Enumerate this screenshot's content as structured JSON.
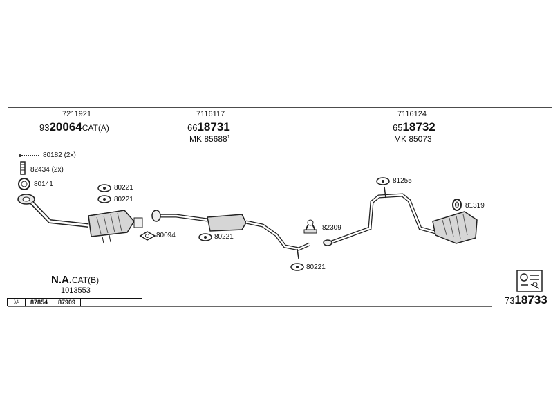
{
  "header": {
    "groups": [
      {
        "code": "7211921",
        "prefix": "93",
        "number": "20064",
        "suffix": "CAT(A)"
      },
      {
        "code": "7116117",
        "prefix": "66",
        "number": "18731",
        "mk": "MK 85688",
        "mk_sup": "1"
      },
      {
        "code": "7116124",
        "prefix": "65",
        "number": "18732",
        "mk": "MK 85073"
      }
    ]
  },
  "parts": {
    "p80182": "80182 (2x)",
    "p82434": "82434 (2x)",
    "p80141": "80141",
    "p80221a": "80221",
    "p80221b": "80221",
    "p80094": "80094",
    "p80221c": "80221",
    "p82309": "82309",
    "p80221d": "80221",
    "p81255": "81255",
    "p81319": "81319"
  },
  "footer": {
    "na_main": "N.A.",
    "na_suffix": "CAT(B)",
    "na_code": "1013553",
    "table": {
      "c1": "λ¹",
      "c2": "87854",
      "c3": "87909",
      "c4": ""
    },
    "kit_prefix": "73",
    "kit_number": "18733"
  }
}
